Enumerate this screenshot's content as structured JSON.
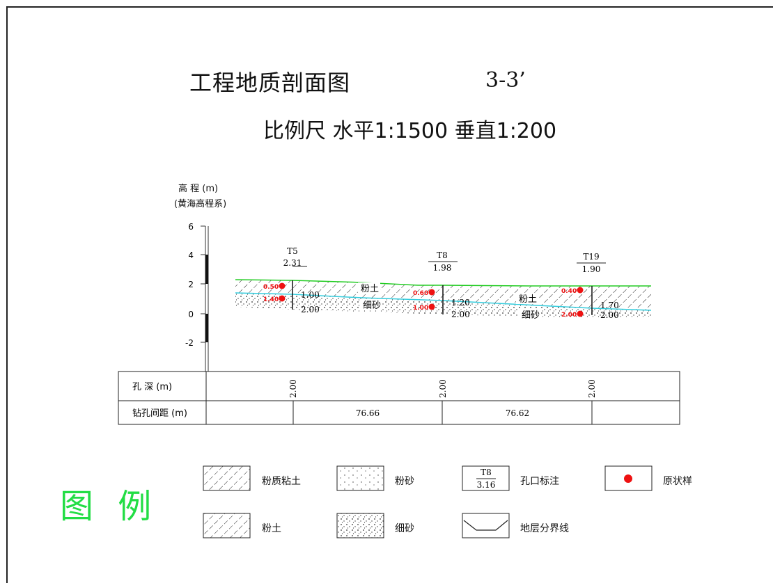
{
  "title": "工程地质剖面图",
  "section_id": "3-3’",
  "scale": "比例尺 水平1:1500 垂直1:200",
  "y_axis": {
    "label_line1": "高 程 (m)",
    "label_line2": "(黄海高程系)",
    "ticks": [
      "6",
      "4",
      "2",
      "0",
      "-2"
    ]
  },
  "boreholes": [
    {
      "id": "T5",
      "elev": "2.31",
      "layer_depth": "1.00",
      "bottom_depth": "2.00",
      "sample1": "0.50",
      "sample2": "1.40",
      "depth_cell": "2.00"
    },
    {
      "id": "T8",
      "elev": "1.98",
      "layer_depth": "1.20",
      "bottom_depth": "2.00",
      "sample1": "0.60",
      "sample2": "1.00",
      "depth_cell": "2.00"
    },
    {
      "id": "T19",
      "elev": "1.90",
      "layer_depth": "1.70",
      "bottom_depth": "2.00",
      "sample1": "0.40",
      "sample2": "2.00",
      "depth_cell": "2.00"
    }
  ],
  "layer_labels": {
    "silt_1": "粉土",
    "fine_sand_1": "细砂",
    "silt_2": "粉土",
    "fine_sand_2": "细砂"
  },
  "table": {
    "row1_header": "孔  深 (m)",
    "row2_header": "钻孔间距 (m)",
    "spacing": [
      "76.66",
      "76.62"
    ]
  },
  "legend": {
    "title": "图  例",
    "items": {
      "silty_clay": "粉质粘土",
      "silt_sand": "粉砂",
      "borehole_note": "孔口标注",
      "undisturbed_sample": "原状样",
      "silt": "粉土",
      "fine_sand": "细砂",
      "boundary": "地层分界线"
    },
    "note_example": {
      "id": "T8",
      "elev": "3.16"
    }
  },
  "colors": {
    "ground_line": "#22cc22",
    "boundary_line": "#33ccdd",
    "sample_dot": "#ee1111",
    "legend_title": "#22dd44"
  }
}
